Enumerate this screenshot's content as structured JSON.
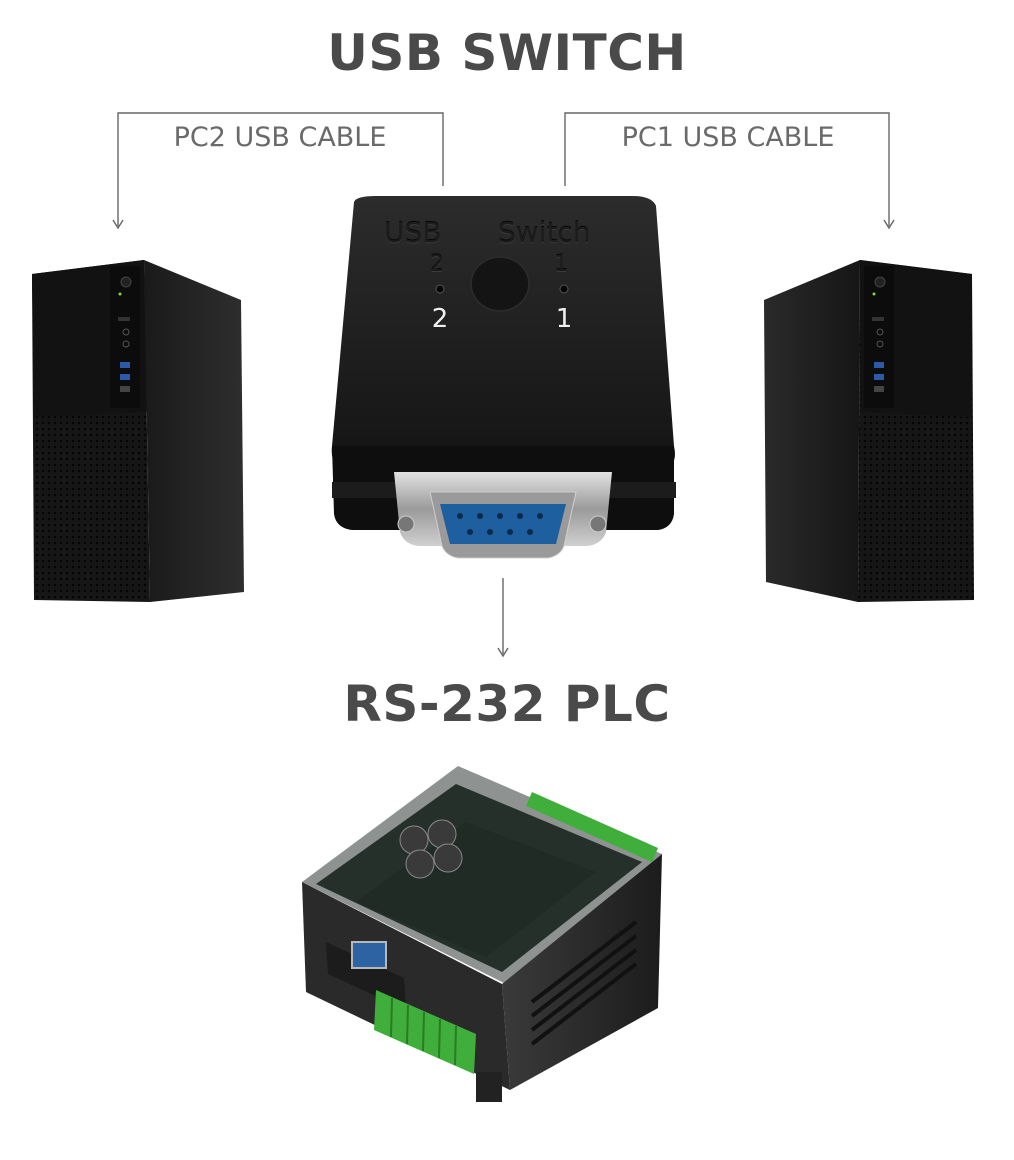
{
  "titles": {
    "top": "USB SWITCH",
    "bottom": "RS-232 PLC"
  },
  "cables": {
    "left": "PC2 USB CABLE",
    "right": "PC1 USB CABLE"
  },
  "switch": {
    "emboss_usb": "USB",
    "emboss_switch": "Switch",
    "emboss_port2": "2",
    "emboss_port1": "1",
    "led2_label": "2",
    "led1_label": "1"
  },
  "colors": {
    "title": "#4a4a4a",
    "line": "#555555",
    "terminal_green": "#3fae3a"
  }
}
